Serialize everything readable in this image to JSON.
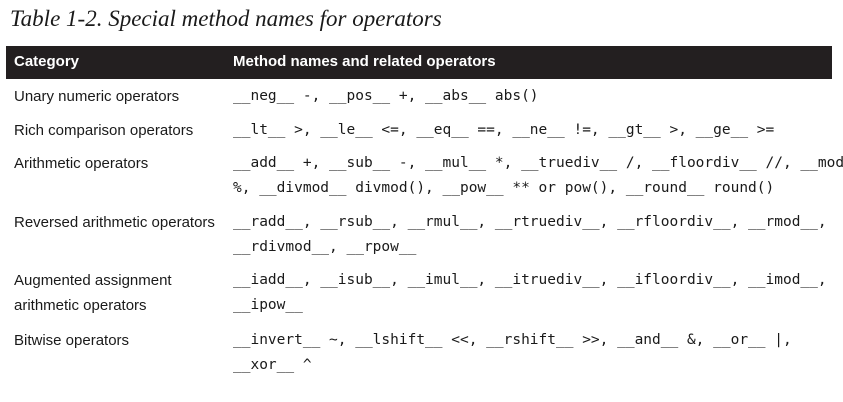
{
  "caption": "Table 1-2. Special method names for operators",
  "headers": {
    "category": "Category",
    "methods": "Method names and related operators"
  },
  "rows": [
    {
      "category": "Unary numeric operators",
      "lines": [
        "__neg__ -, __pos__ +, __abs__ abs()"
      ]
    },
    {
      "category": "Rich comparison operators",
      "lines": [
        "__lt__ >, __le__ <=, __eq__ ==, __ne__ !=, __gt__ >, __ge__ >="
      ]
    },
    {
      "category": "Arithmetic operators",
      "lines": [
        "__add__ +, __sub__ -, __mul__ *, __truediv__ /, __floordiv__ //, __mod__",
        "%, __divmod__ divmod(), __pow__ ** or pow(), __round__ round()"
      ]
    },
    {
      "category": "Reversed arithmetic operators",
      "lines": [
        "__radd__, __rsub__, __rmul__, __rtruediv__, __rfloordiv__, __rmod__,",
        "__rdivmod__, __rpow__"
      ]
    },
    {
      "category": "Augmented assignment arithmetic operators",
      "category_lines": [
        "Augmented assignment",
        "arithmetic operators"
      ],
      "lines": [
        "__iadd__, __isub__, __imul__, __itruediv__, __ifloordiv__, __imod__,",
        "__ipow__"
      ]
    },
    {
      "category": "Bitwise operators",
      "lines": [
        "__invert__ ~, __lshift__ <<, __rshift__ >>, __and__ &, __or__ |,",
        "__xor__ ^"
      ]
    }
  ]
}
